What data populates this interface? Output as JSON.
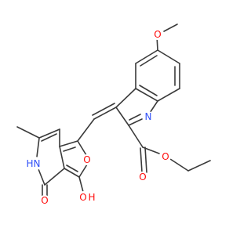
{
  "molecule": {
    "atom_labels": {
      "methoxy_oxygen": "O",
      "indole_nitrogen": "N",
      "ester_carbonyl_oxygen": "O",
      "ester_ether_oxygen": "O",
      "furan_oxygen": "O",
      "lactam_nitrogen": "N",
      "lactam_hydrogen": "H",
      "lactam_carbonyl_oxygen": "O",
      "hydroxyl_oxygen": "O",
      "hydroxyl_hydrogen": "H"
    },
    "colors": {
      "bond": "#3a3a3a",
      "oxygen": "#ff0d0d",
      "nitrogen": "#3050f8"
    }
  }
}
